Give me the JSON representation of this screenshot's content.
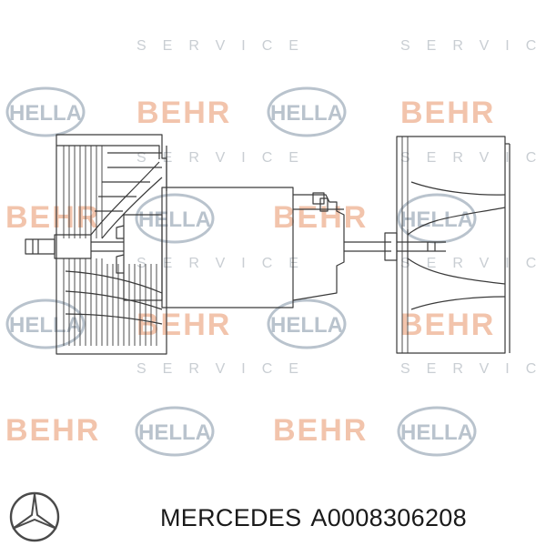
{
  "watermark": {
    "brand_hella": "HELLA",
    "brand_behr": "BEHR",
    "service_text": "SERVICE",
    "colors": {
      "hella": "#b9c3cd",
      "behr": "#f2c4ac",
      "service": "#c9ced3"
    }
  },
  "drawing": {
    "subject": "blower motor with two fan wheels",
    "line_color": "#3a3a3a"
  },
  "caption": {
    "brand": "MERCEDES",
    "part_number": "A0008306208",
    "logo_icon": "mercedes-star-icon"
  }
}
